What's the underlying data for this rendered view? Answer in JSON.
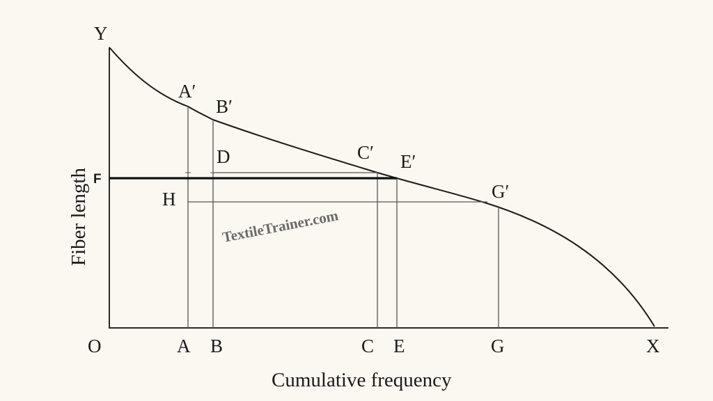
{
  "diagram": {
    "type": "fibrogram",
    "axes": {
      "y_axis_label": "Fiber length",
      "x_axis_label": "Cumulative frequency",
      "origin_label": "O",
      "y_end_label": "Y",
      "x_end_label": "X"
    },
    "x_points": [
      {
        "id": "A",
        "label": "A"
      },
      {
        "id": "B",
        "label": "B"
      },
      {
        "id": "C",
        "label": "C"
      },
      {
        "id": "E",
        "label": "E"
      },
      {
        "id": "G",
        "label": "G"
      }
    ],
    "curve_points": [
      {
        "id": "A'",
        "label": "A′"
      },
      {
        "id": "B'",
        "label": "B′"
      },
      {
        "id": "C'",
        "label": "C′"
      },
      {
        "id": "E'",
        "label": "E′"
      },
      {
        "id": "G'",
        "label": "G′"
      }
    ],
    "inner_points": {
      "D": "D",
      "H": "H",
      "F": "F"
    },
    "watermark": "TextileTrainer.com"
  },
  "colors": {
    "background": "#fbf7f1",
    "line": "#1a1a1a",
    "thin_line": "#555555",
    "watermark": "#6b6b6b"
  }
}
